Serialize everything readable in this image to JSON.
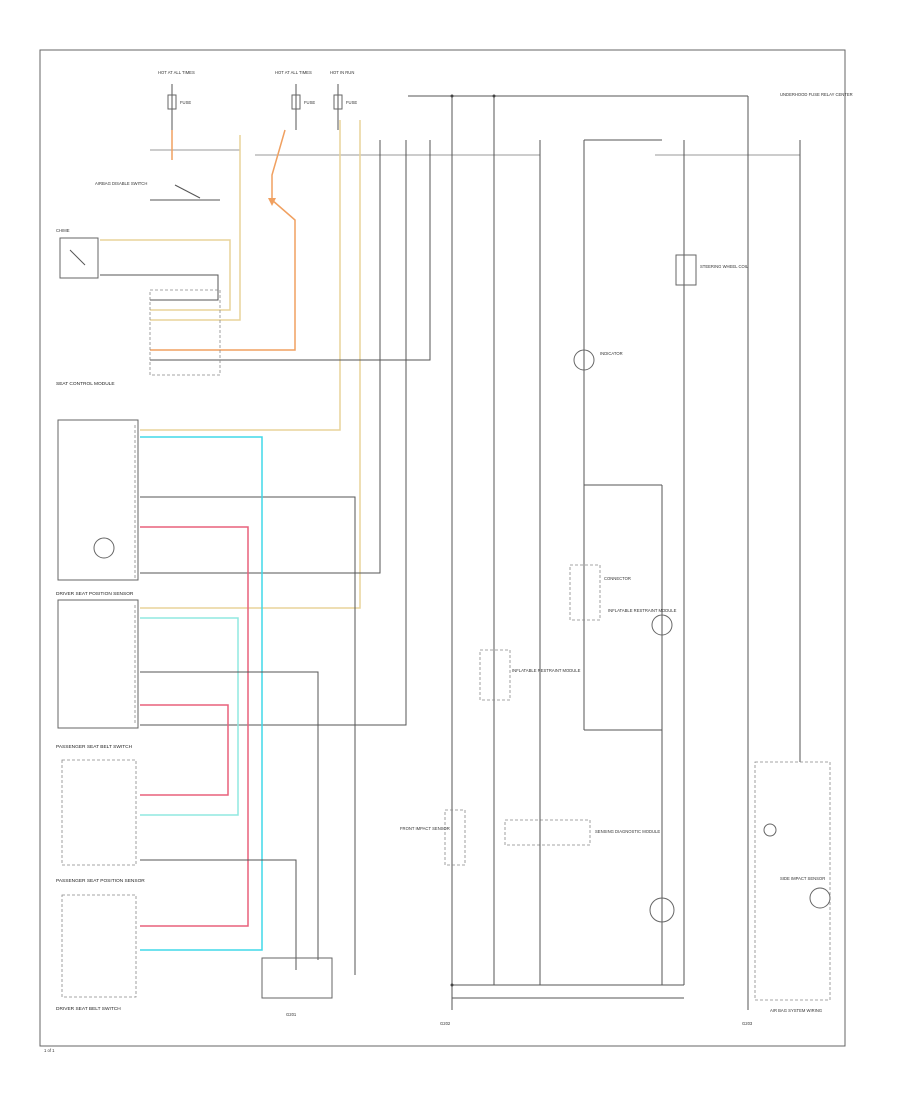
{
  "colors": {
    "background": "#ffffff",
    "frame": "#666666",
    "wire_gray": "#555555",
    "wire_tan": "#e8d49a",
    "wire_orange": "#f0a060",
    "wire_pink": "#e8607c",
    "wire_cyan": "#40d8e8",
    "wire_lightcyan": "#90e8e0"
  },
  "labels": {
    "hot_at_all_times_1": "HOT AT ALL TIMES",
    "hot_at_all_times_2": "HOT AT ALL TIMES",
    "hot_in_run": "HOT IN RUN",
    "fuse_1": "FUSE",
    "fuse_2": "FUSE",
    "fuse_3": "FUSE",
    "fuse_block": "UNDERHOOD FUSE RELAY CENTER",
    "airbag_switch": "AIRBAG DISABLE SWITCH",
    "chime": "CHIME",
    "ground_label": "G201",
    "ground_label_2": "G202",
    "ground_label_3": "G203",
    "seat_control": "SEAT CONTROL MODULE",
    "driver_seat": "DRIVER SEAT POSITION SENSOR",
    "passenger_seat_1": "PASSENGER SEAT BELT SWITCH",
    "passenger_seat_2": "PASSENGER SEAT POSITION SENSOR",
    "driver_belt": "DRIVER SEAT BELT SWITCH",
    "sensing_module": "SENSING DIAGNOSTIC MODULE",
    "inflator_1": "INFLATABLE RESTRAINT MODULE",
    "inflator_2": "INFLATABLE RESTRAINT MODULE",
    "steering_coil": "STEERING WHEEL COIL",
    "indicator": "INDICATOR",
    "connector": "CONNECTOR",
    "front_sensor": "FRONT IMPACT SENSOR",
    "side_sensor": "SIDE IMPACT SENSOR",
    "bottom_right": "AIR BAG SYSTEM WIRING",
    "corner": "1 of 1"
  }
}
